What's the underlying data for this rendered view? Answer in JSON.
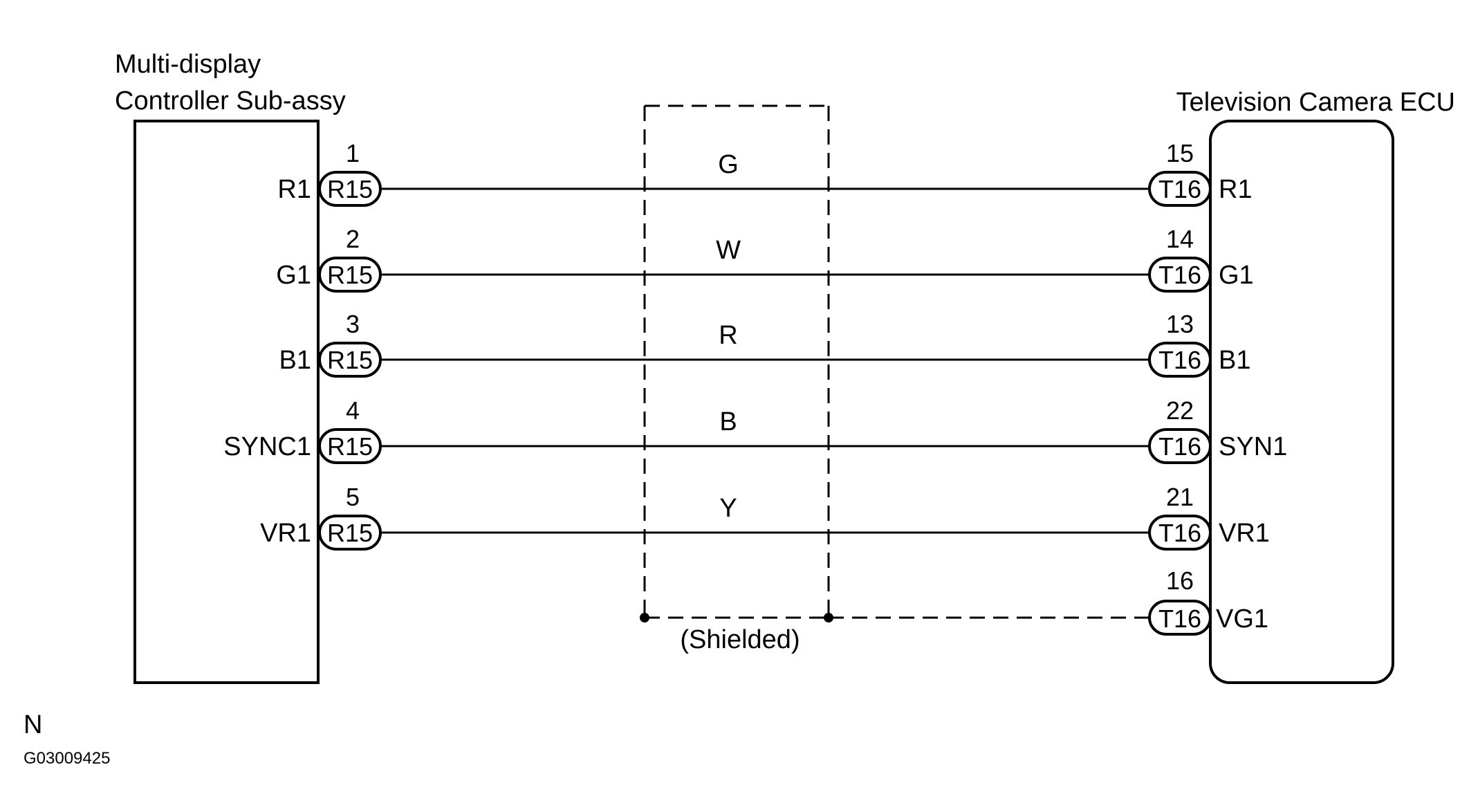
{
  "left_component": {
    "line1": "Multi-display",
    "line2": "Controller  Sub-assy"
  },
  "right_component": {
    "title": "Television Camera ECU"
  },
  "wires": [
    {
      "color": "G",
      "left_pin": "1",
      "left_conn": "R15",
      "left_term": "R1",
      "right_pin": "15",
      "right_conn": "T16",
      "right_term": "R1"
    },
    {
      "color": "W",
      "left_pin": "2",
      "left_conn": "R15",
      "left_term": "G1",
      "right_pin": "14",
      "right_conn": "T16",
      "right_term": "G1"
    },
    {
      "color": "R",
      "left_pin": "3",
      "left_conn": "R15",
      "left_term": "B1",
      "right_pin": "13",
      "right_conn": "T16",
      "right_term": "B1"
    },
    {
      "color": "B",
      "left_pin": "4",
      "left_conn": "R15",
      "left_term": "SYNC1",
      "right_pin": "22",
      "right_conn": "T16",
      "right_term": "SYN1"
    },
    {
      "color": "Y",
      "left_pin": "5",
      "left_conn": "R15",
      "left_term": "VR1",
      "right_pin": "21",
      "right_conn": "T16",
      "right_term": "VR1"
    }
  ],
  "shield": {
    "label": "(Shielded)",
    "right_pin": "16",
    "right_conn": "T16",
    "right_term": "VG1"
  },
  "footer": {
    "letter": "N",
    "code": "G03009425"
  }
}
